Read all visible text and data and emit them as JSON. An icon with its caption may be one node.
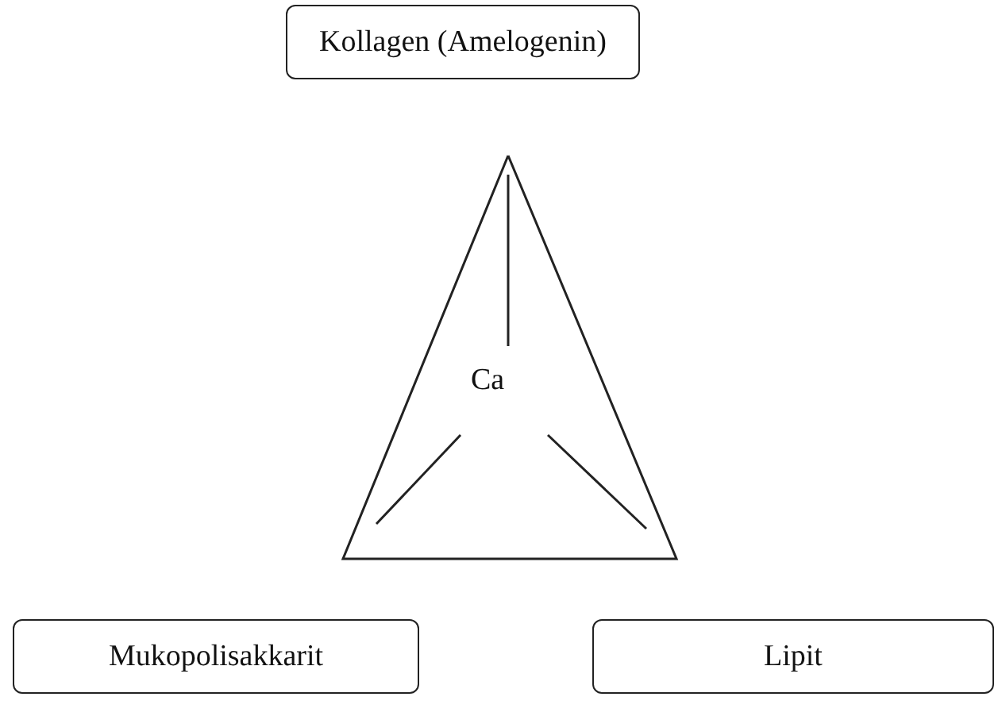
{
  "diagram": {
    "nodes": [
      {
        "text": [
          "Kollagen (Amelogenin)"
        ]
      },
      {
        "text": [
          "Ca"
        ]
      },
      {
        "text": [
          "Mukopolisakkarit"
        ]
      },
      {
        "text": [
          "Lipit"
        ]
      }
    ]
  }
}
